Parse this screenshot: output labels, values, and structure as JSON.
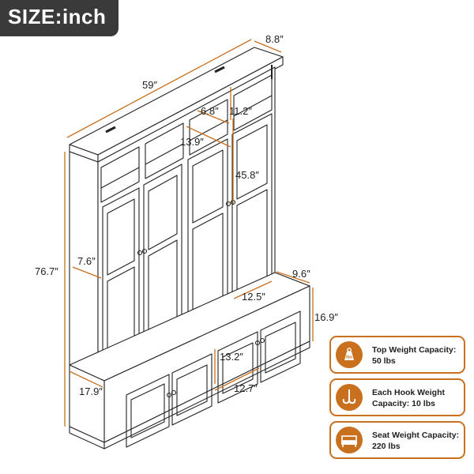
{
  "badge": {
    "label": "SIZE:inch",
    "background": "#3a3a3a"
  },
  "accent_color": "#c8701d",
  "dimensions": {
    "depth_top": "8.8″",
    "width_total": "59″",
    "shelf_width": "6.8″",
    "top_cubby_height": "11.2″",
    "cubby_width": "13.9″",
    "door_height": "45.8″",
    "side_depth": "7.6″",
    "total_height": "76.7″",
    "bench_depth": "9.6″",
    "bench_width": "12.5″",
    "bench_height": "16.9″",
    "drawer_height": "13.2″",
    "drawer_width": "12.7″",
    "bench_side_depth": "17.9″"
  },
  "capacities": [
    {
      "icon": "weight-icon",
      "text": "Top Weight Capacity: 50 lbs"
    },
    {
      "icon": "hook-icon",
      "text": "Each Hook Weight Capacity: 10 lbs"
    },
    {
      "icon": "seat-icon",
      "text": "Seat Weight Capacity: 220 lbs"
    }
  ]
}
